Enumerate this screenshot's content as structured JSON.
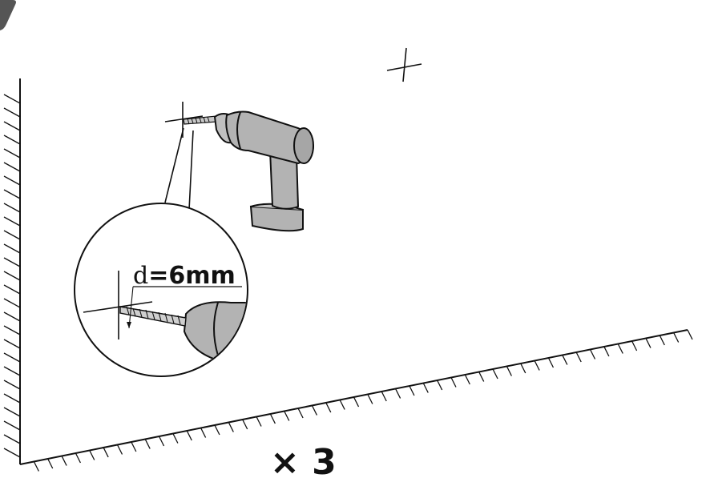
{
  "labels": {
    "diameter_symbol": "d",
    "diameter_value": "=6mm",
    "quantity": "× 3"
  },
  "colors": {
    "line": "#111111",
    "drill_body": "#b3b3b3",
    "corner_badge": "#555555",
    "background": "#ffffff"
  },
  "icons": [
    "drill-icon",
    "drill-bit-icon",
    "crosshair-mark-icon",
    "corner-badge-icon"
  ]
}
